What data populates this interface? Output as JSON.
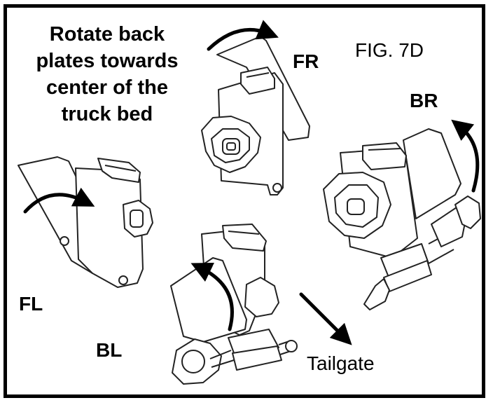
{
  "instruction_lines": [
    "Rotate back",
    "plates  towards",
    "center of the",
    "truck bed"
  ],
  "figure_label": "FIG. 7D",
  "corner_labels": {
    "fr": "FR",
    "br": "BR",
    "fl": "FL",
    "bl": "BL"
  },
  "direction_label": "Tailgate"
}
